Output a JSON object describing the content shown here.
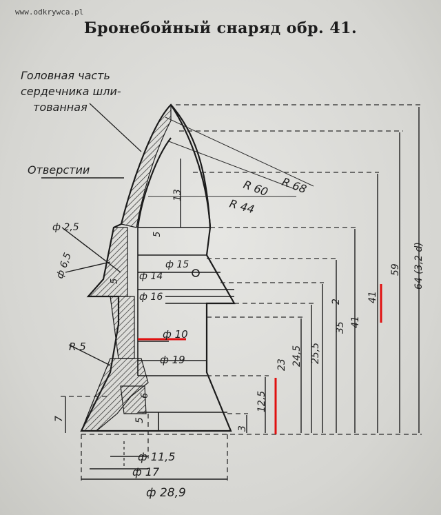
{
  "watermark": "www.odkrywca.pl",
  "title": "Бронебойный снаряд обр. 41.",
  "notes": {
    "head_line1": "Головная часть",
    "head_line2": "сердечника шли-",
    "head_line3": "тованная",
    "hole": "Отверстии"
  },
  "dims": {
    "r68": "R 68",
    "r60": "R 60",
    "r44": "R 44",
    "d25": "ф 2,5",
    "d65": "ф 6,5",
    "d15": "ф 15",
    "d14": "ф 14",
    "d16": "ф 16",
    "d10": "ф 10",
    "d19": "ф 19",
    "r5": "R 5",
    "d115": "ф 11,5",
    "d17": "ф 17",
    "d289": "ф 28,9",
    "h7": "7",
    "h5": "5",
    "h3": "3",
    "h125": "12,5",
    "h23": "23",
    "h245": "24,5",
    "h255": "25,5",
    "h35": "35",
    "h41": "41",
    "h41b": "41",
    "h59": "59",
    "h64": "64 (3,2 d)",
    "h13": "13",
    "h5a": "5",
    "h6": "6",
    "h2": "2",
    "h5b": "5"
  }
}
